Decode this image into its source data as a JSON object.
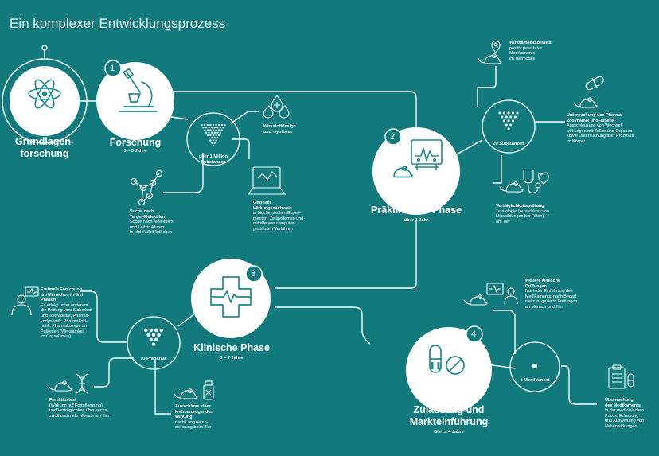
{
  "title": "Ein komplexer Entwicklungsprozess",
  "nodes": {
    "grundlagen": {
      "label": "Grundlagen-\nforschung"
    },
    "forschung": {
      "number": "1",
      "label": "Forschung",
      "duration": "3 – 5 Jahre"
    },
    "praeklinisch": {
      "number": "2",
      "label": "Präklinische Phase",
      "duration": "über 1 Jahr"
    },
    "klinisch": {
      "number": "3",
      "label": "Klinische Phase",
      "duration": "3 – 7 Jahre"
    },
    "zulassung": {
      "number": "4",
      "label": "Zulassung und\nMarkteinführung",
      "duration": "Bis zu 4 Jahre"
    }
  },
  "funnels": {
    "substanzen_1m": "über 1 Million\nSubstanzen",
    "substanzen_20": "20 Substanzen",
    "praeparate_10": "10 Präparate",
    "medikament_1": "1 Medikament"
  },
  "notes": {
    "wirkstoffdesign": {
      "title": "Wirkstoffdesign\nund -synthese",
      "text": ""
    },
    "target": {
      "title": "Suche nach\nTarget-Molekülen",
      "text": "Suche nach Molekülen\nund Leitstrukturen\nin Molekülbibliotheken"
    },
    "gezielter": {
      "title": "Gezielter\nWirkungsnachweis",
      "text": "in biochemischen Experi-\nmenten, Zellsystemen und\nmithilfe von computer-\ngestützten Verfahren"
    },
    "wirksamkeit": {
      "title": "Wirksamkeitsbeweis",
      "text": "positiv getesteter\nMedikamente\nim Tiermodell"
    },
    "pharmakodynamik": {
      "title": "Untersuchung von Pharma-\nkodynamik und -kinetik",
      "text": "Ausschleusung von Wechsel-\nwirkungen mit Zellen und Organen\nsowie Untersuchung aller Prozesse\nim Körper"
    },
    "vertraeglichkeit": {
      "title": "Verträglichkeitsprüfung",
      "text": "Teratologie (Ausschluss von\nMissbildungen bei Föten)\nam Tier"
    },
    "erstmals": {
      "title": "Erstmals Forschung\nam Menschen in drei\nPhasen",
      "text": "Es erfolgt unter anderem\ndie Prüfung von: Sicherheit\nund Tolerabilität, Pharma-\nkodynamik, Pharmakoki-\nnetik, Pharmakologie an\nPatienten (Wirksamkeit\nim Organismus)"
    },
    "fertilitaet": {
      "title": "Fertilitätstest",
      "text": "(Wirkung auf Fortpflanzung)\nund Verträglichkeit über sechs,\nzwölf und mehr Monate am Tier"
    },
    "krebs": {
      "title": "Ausschluss einer\nkrebserzeugenden\nWirkung",
      "text": "nach Langzeitan-\nwendung beim Tier"
    },
    "weitere": {
      "title": "Weitere klinische\nPrüfungen",
      "text": "Nach der Einführung des\nMedikaments: nach Bedarf\nweitere, gezielte Prüfungen\nan Mensch und Tier"
    },
    "ueberwachung": {
      "title": "Überwachung\ndes Medikaments",
      "text": "in der medizinischen\nPraxis, Erfassung\nund Auswertung von\nNebenwirkungen"
    }
  },
  "icons": [
    "atom-icon",
    "microscope-icon",
    "monitor-icon",
    "medical-cross-icon",
    "pills-icon",
    "drops-icon",
    "molecule-icon",
    "laptop-icon",
    "mouse-icon",
    "capsule-icon",
    "stethoscope-icon",
    "person-icon",
    "dna-icon",
    "bottle-icon",
    "clipboard-icon",
    "location-pin-icon"
  ],
  "colors": {
    "background": "#127a7c",
    "circle": "#ffffff",
    "accent": "#1c8a8c",
    "line": "#ffffff"
  }
}
